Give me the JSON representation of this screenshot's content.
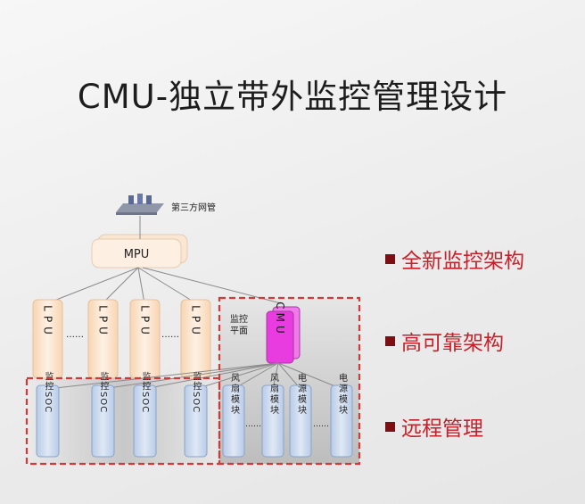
{
  "slide": {
    "title": "CMU-独立带外监控管理设计",
    "features": [
      "全新监控架构",
      "高可靠架构",
      "远程管理"
    ]
  },
  "diagram": {
    "nms_label": "第三方网管",
    "mpu_label": "MPU",
    "lpu_label": "LPU",
    "lpu_count": 4,
    "ellipsis": "……",
    "monitor_plane_label": "监控平面",
    "cmu_label": "CMU",
    "soc_label": "监控SOC",
    "soc_count": 4,
    "fan_module_label": "风扇模块",
    "power_module_label": "电源模块",
    "module_ellipsis": "……",
    "colors": {
      "accent_red": "#c8202a",
      "dashed_border": "#d23a3a",
      "cmu_fill": "#e83be0",
      "lpu_fill": "#fae6d2",
      "module_fill": "#c9d8ee"
    }
  }
}
